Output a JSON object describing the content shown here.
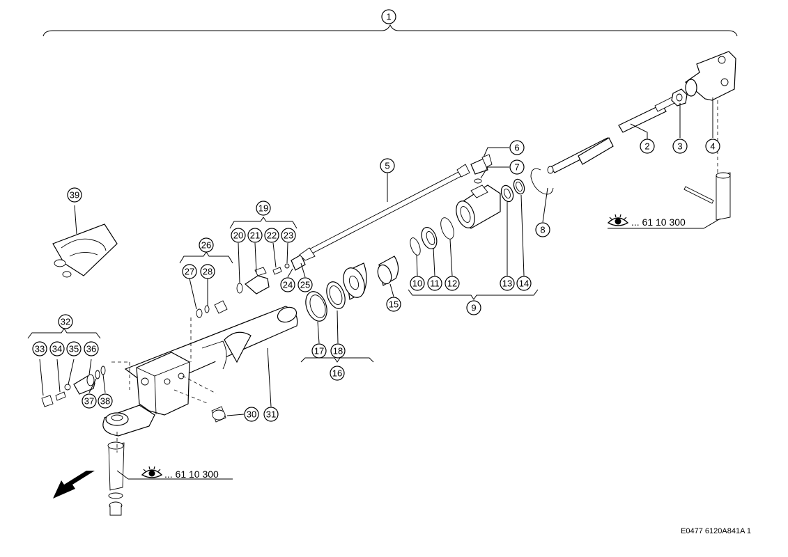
{
  "drawing": {
    "code": "E0477 6120A841A 1",
    "references": [
      {
        "id": "ref-upper",
        "text": "... 61 10 300"
      },
      {
        "id": "ref-lower",
        "text": "... 61 10 300"
      }
    ]
  },
  "callouts": [
    {
      "id": "1",
      "label": "1"
    },
    {
      "id": "2",
      "label": "2"
    },
    {
      "id": "3",
      "label": "3"
    },
    {
      "id": "4",
      "label": "4"
    },
    {
      "id": "5",
      "label": "5"
    },
    {
      "id": "6",
      "label": "6"
    },
    {
      "id": "7",
      "label": "7"
    },
    {
      "id": "8",
      "label": "8"
    },
    {
      "id": "9",
      "label": "9"
    },
    {
      "id": "10",
      "label": "10"
    },
    {
      "id": "11",
      "label": "11"
    },
    {
      "id": "12",
      "label": "12"
    },
    {
      "id": "13",
      "label": "13"
    },
    {
      "id": "14",
      "label": "14"
    },
    {
      "id": "15",
      "label": "15"
    },
    {
      "id": "16",
      "label": "16"
    },
    {
      "id": "17",
      "label": "17"
    },
    {
      "id": "18",
      "label": "18"
    },
    {
      "id": "19",
      "label": "19"
    },
    {
      "id": "20",
      "label": "20"
    },
    {
      "id": "21",
      "label": "21"
    },
    {
      "id": "22",
      "label": "22"
    },
    {
      "id": "23",
      "label": "23"
    },
    {
      "id": "24",
      "label": "24"
    },
    {
      "id": "25",
      "label": "25"
    },
    {
      "id": "26",
      "label": "26"
    },
    {
      "id": "27",
      "label": "27"
    },
    {
      "id": "28",
      "label": "28"
    },
    {
      "id": "30",
      "label": "30"
    },
    {
      "id": "31",
      "label": "31"
    },
    {
      "id": "32",
      "label": "32"
    },
    {
      "id": "33",
      "label": "33"
    },
    {
      "id": "34",
      "label": "34"
    },
    {
      "id": "35",
      "label": "35"
    },
    {
      "id": "36",
      "label": "36"
    },
    {
      "id": "37",
      "label": "37"
    },
    {
      "id": "38",
      "label": "38"
    },
    {
      "id": "39",
      "label": "39"
    }
  ],
  "icons": {
    "eye": "eye-icon",
    "arrow": "direction-arrow-icon"
  }
}
